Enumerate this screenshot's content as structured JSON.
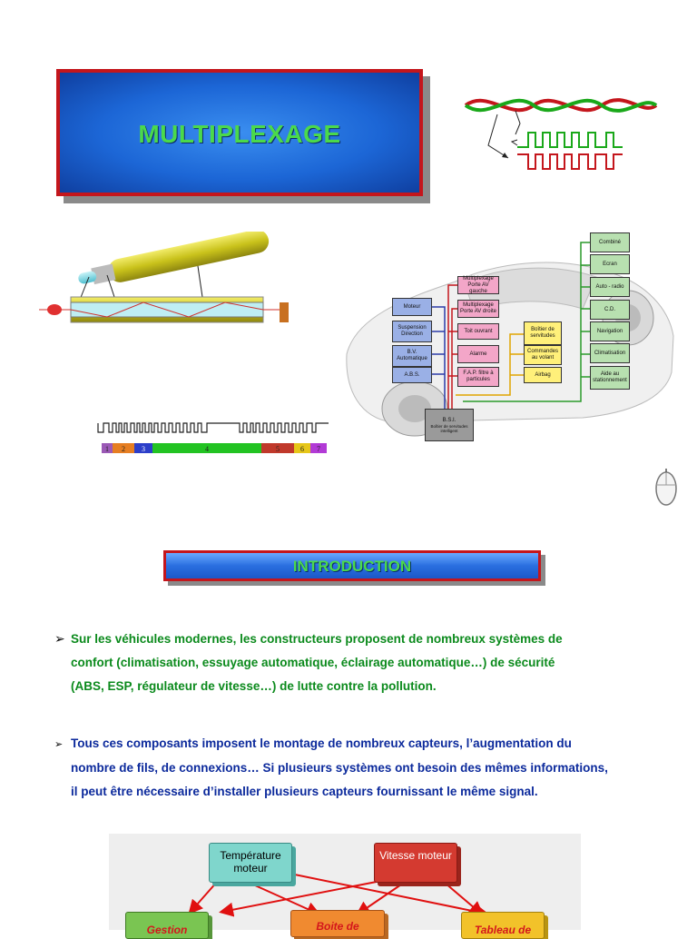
{
  "title": "MULTIPLEXAGE",
  "intro_title": "INTRODUCTION",
  "paragraph1": {
    "line1": "Sur les véhicules modernes, les constructeurs proposent de nombreux systèmes de",
    "line2": "confort (climatisation, essuyage automatique, éclairage automatique…) de sécurité",
    "line3": "(ABS, ESP, régulateur de vitesse…) de lutte contre la pollution."
  },
  "paragraph2": {
    "line1": "Tous ces composants imposent le montage de nombreux capteurs, l’augmentation du",
    "line2": "nombre de fils, de connexions… Si plusieurs systèmes ont besoin des mêmes informations,",
    "line3": "il peut être nécessaire d’installer plusieurs capteurs fournissant le même signal."
  },
  "car_diagram": {
    "left_boxes": [
      "Moteur",
      "Suspension Direction",
      "B.V. Automatique",
      "A.B.S."
    ],
    "pink_boxes": [
      "Multiplexage Porte AV gauche",
      "Multiplexage Porte AV droite",
      "Toit ouvrant",
      "Alarme",
      "F.A.P. filtre à particules"
    ],
    "yellow_boxes": [
      "Boîtier de servitudes",
      "Commandes au volant",
      "Airbag"
    ],
    "green_boxes": [
      "Combiné",
      "Ecran",
      "Auto - radio",
      "C.D.",
      "Navigation",
      "Climatisation",
      "Aide au stationnement"
    ],
    "bsi": "B.S.I.",
    "bsi_sub": "Boîtier de servitudes intelligent"
  },
  "frame_bar": {
    "segments": [
      {
        "label": "1",
        "color": "#9b59b6"
      },
      {
        "label": "2",
        "color": "#e67e22"
      },
      {
        "label": "3",
        "color": "#2c3ec9"
      },
      {
        "label": "4",
        "color": "#22c322"
      },
      {
        "label": "5",
        "color": "#c0392b"
      },
      {
        "label": "6",
        "color": "#e6c619"
      },
      {
        "label": "7",
        "color": "#b23ad6"
      }
    ]
  },
  "bottom_diagram": {
    "sources": [
      "Température moteur",
      "Vitesse moteur"
    ],
    "targets": [
      "Gestion",
      "Boite de",
      "Tableau de"
    ]
  }
}
